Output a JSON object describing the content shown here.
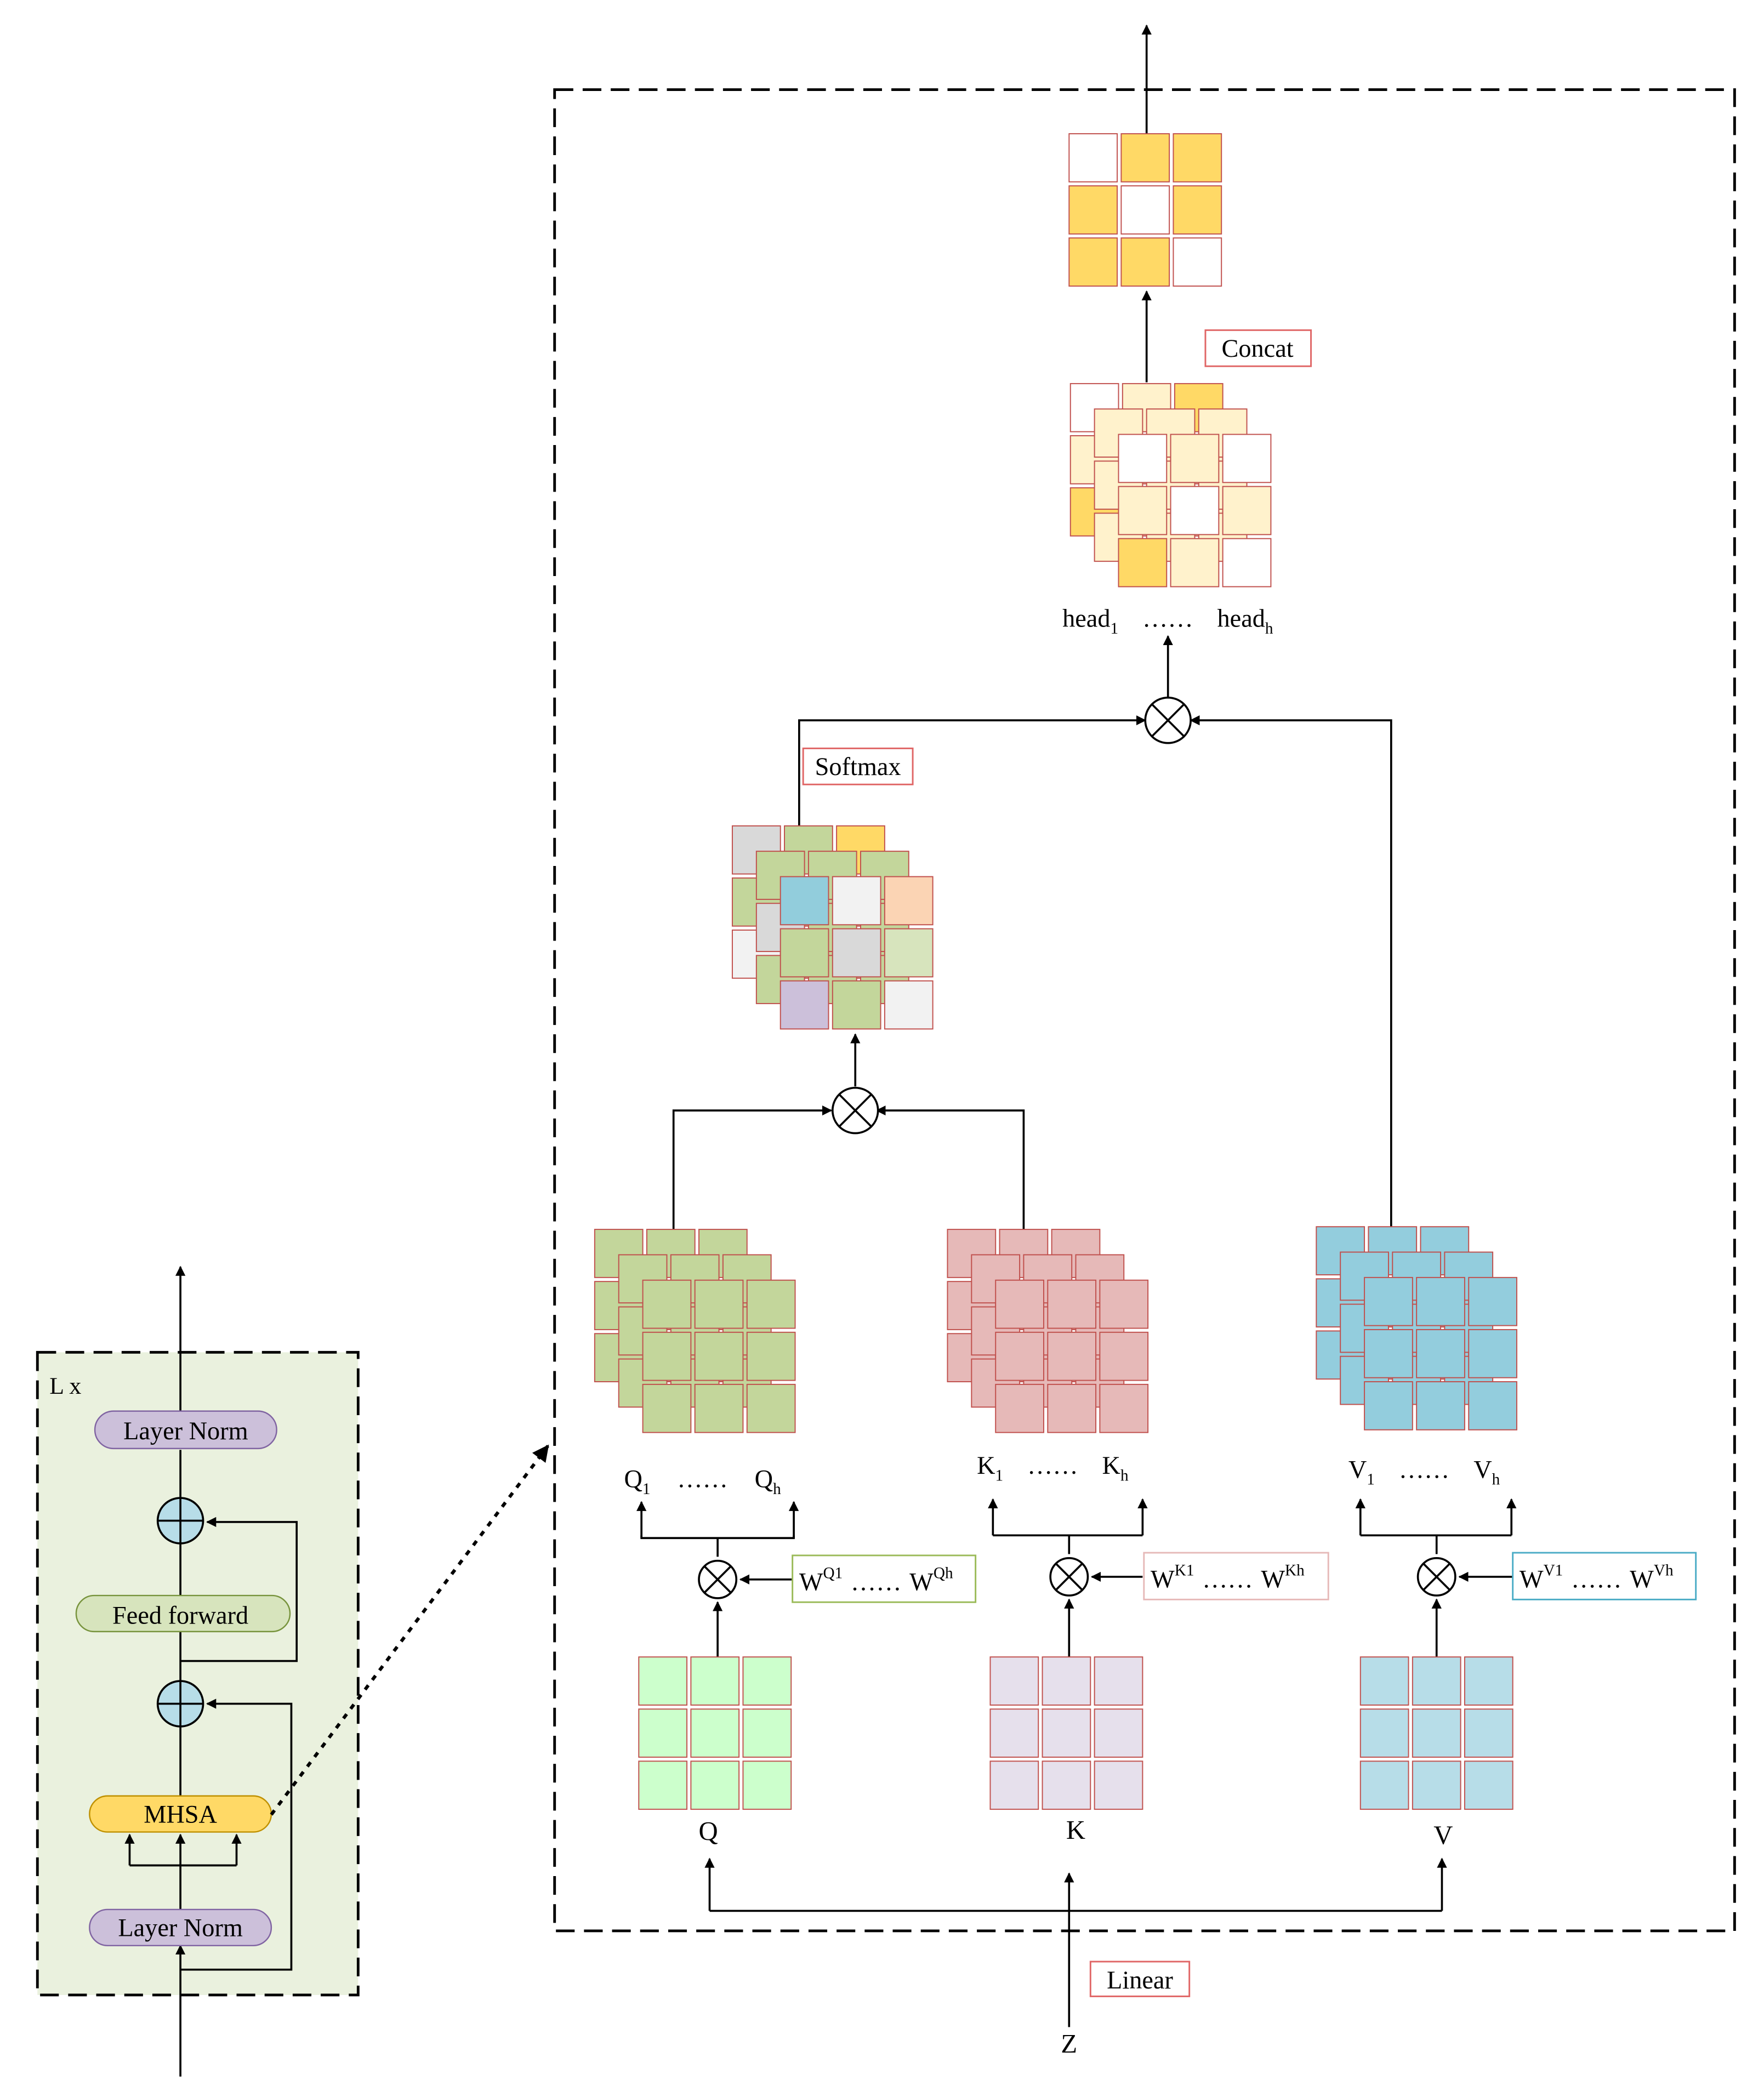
{
  "encoder_block": {
    "repeat_label": "L x",
    "layer_norm_top": "Layer Norm",
    "feed_forward": "Feed forward",
    "mhsa": "MHSA",
    "layer_norm_bottom": "Layer Norm"
  },
  "attention": {
    "concat_label": "Concat",
    "softmax_label": "Softmax",
    "linear_label": "Linear",
    "input_label": "Z",
    "head_first": "head",
    "head_first_sub": "1",
    "head_last": "head",
    "head_last_sub": "h",
    "dots": "……",
    "q_label": "Q",
    "k_label": "K",
    "v_label": "V",
    "q_first": "Q",
    "q_first_sub": "1",
    "q_last": "Q",
    "q_last_sub": "h",
    "k_first": "K",
    "k_first_sub": "1",
    "k_last": "K",
    "k_last_sub": "h",
    "v_first": "V",
    "v_first_sub": "1",
    "v_last": "V",
    "v_last_sub": "h",
    "wq_first": "W",
    "wq_first_sup": "Q1",
    "wq_last": "W",
    "wq_last_sup": "Qh",
    "wk_first": "W",
    "wk_first_sup": "K1",
    "wk_last": "W",
    "wk_last_sup": "Kh",
    "wv_first": "W",
    "wv_first_sup": "V1",
    "wv_last": "W",
    "wv_last_sup": "Vh"
  },
  "colors": {
    "panel_bg": "#eaf1de",
    "layernorm": "#ccc0da",
    "feedforward": "#d7e4bd",
    "mhsa": "#ffd966",
    "add_circle": "#b7dde8",
    "q_input": "#ccffcc",
    "k_input": "#e6e0ec",
    "v_input": "#b7dde8",
    "q_heads": "#c3d69b",
    "k_heads": "#e6b9b8",
    "v_heads": "#93cddd",
    "gold": "#ffd966",
    "light_gold": "#fff2cc",
    "cell_border": "#c0504d"
  }
}
